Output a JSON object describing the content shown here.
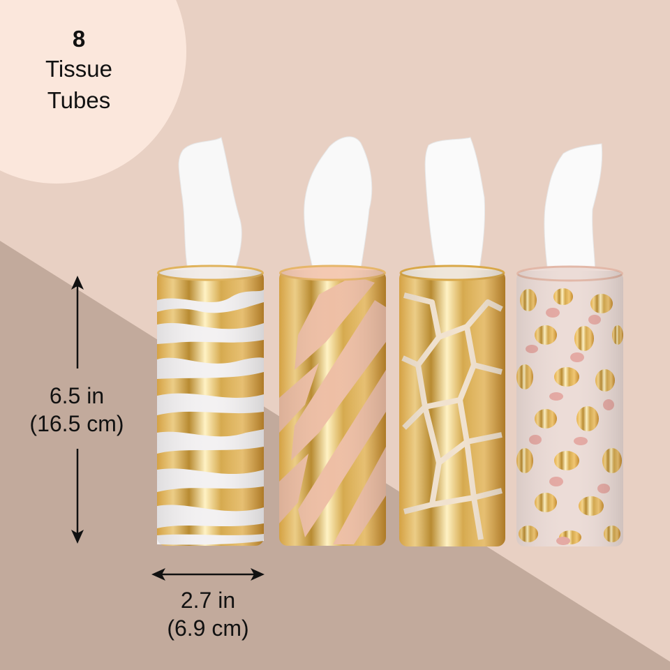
{
  "badge": {
    "count": "8",
    "label_line1": "Tissue",
    "label_line2": "Tubes"
  },
  "height_dimension": {
    "imperial": "6.5 in",
    "metric": "(16.5 cm)"
  },
  "width_dimension": {
    "imperial": "2.7 in",
    "metric": "(6.9 cm)"
  },
  "products": [
    {
      "pattern": "white zebra stripes on gold foil"
    },
    {
      "pattern": "peach diagonal zebra stripes on gold foil"
    },
    {
      "pattern": "cream giraffe pattern on gold foil"
    },
    {
      "pattern": "blush leopard print on gold foil"
    }
  ],
  "colors": {
    "background_upper": "#e8d0c3",
    "background_lower": "#c2aa9c",
    "badge_circle": "#fbe7dc",
    "gold": "#d9a94a",
    "text": "#111111"
  }
}
